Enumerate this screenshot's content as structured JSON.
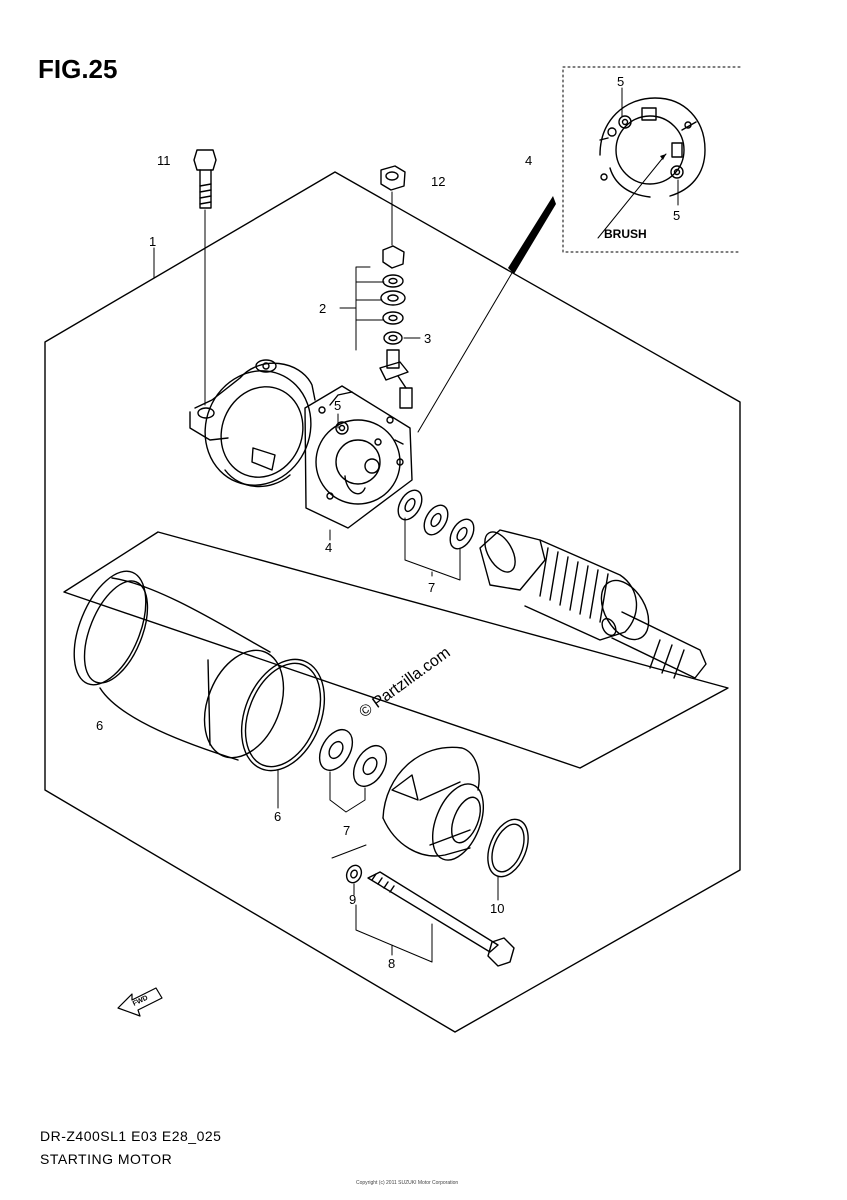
{
  "figure": {
    "title": "FIG.25",
    "footer_line1": "DR-Z400SL1 E03 E28_025",
    "footer_line2": "STARTING MOTOR",
    "copyright": "Copyright (c) 2011 SUZUKI Motor Corporation"
  },
  "inset": {
    "brush_label": "BRUSH",
    "callouts": [
      "5",
      "5"
    ]
  },
  "watermark": "© Partzilla.com",
  "fwd_label": "FWD",
  "callouts": [
    {
      "id": "callout-1",
      "text": "1"
    },
    {
      "id": "callout-2",
      "text": "2"
    },
    {
      "id": "callout-3",
      "text": "3"
    },
    {
      "id": "callout-4-inset",
      "text": "4"
    },
    {
      "id": "callout-4-plate",
      "text": "4"
    },
    {
      "id": "callout-5-plate",
      "text": "5"
    },
    {
      "id": "callout-6-left",
      "text": "6"
    },
    {
      "id": "callout-6-ring",
      "text": "6"
    },
    {
      "id": "callout-7-top",
      "text": "7"
    },
    {
      "id": "callout-7-bottom",
      "text": "7"
    },
    {
      "id": "callout-8",
      "text": "8"
    },
    {
      "id": "callout-9",
      "text": "9"
    },
    {
      "id": "callout-10",
      "text": "10"
    },
    {
      "id": "callout-11",
      "text": "11"
    },
    {
      "id": "callout-12",
      "text": "12"
    }
  ]
}
